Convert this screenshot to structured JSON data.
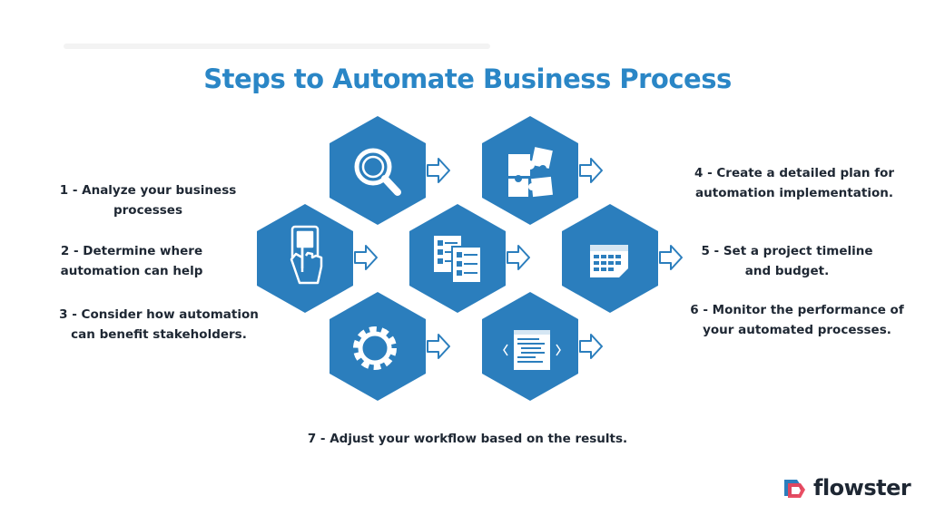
{
  "title": "Steps to Automate Business Process",
  "steps": [
    "1 - Analyze your business processes",
    "2 - Determine where automation can help",
    "3 - Consider how automation can benefit stakeholders.",
    "4 - Create a detailed plan for automation implementation.",
    "5 - Set a project timeline and budget.",
    "6 - Monitor the performance of your automated processes.",
    "7 - Adjust your workflow based on the results."
  ],
  "hexagons": [
    {
      "icon": "magnifier-icon"
    },
    {
      "icon": "puzzle-icon"
    },
    {
      "icon": "hand-tap-icon"
    },
    {
      "icon": "documents-icon"
    },
    {
      "icon": "calendar-icon"
    },
    {
      "icon": "gear-icon"
    },
    {
      "icon": "code-window-icon"
    }
  ],
  "brand": {
    "name": "flowster"
  },
  "colors": {
    "title": "#2a86c6",
    "hexagon": "#2b7ebd",
    "text": "#1e2733"
  }
}
